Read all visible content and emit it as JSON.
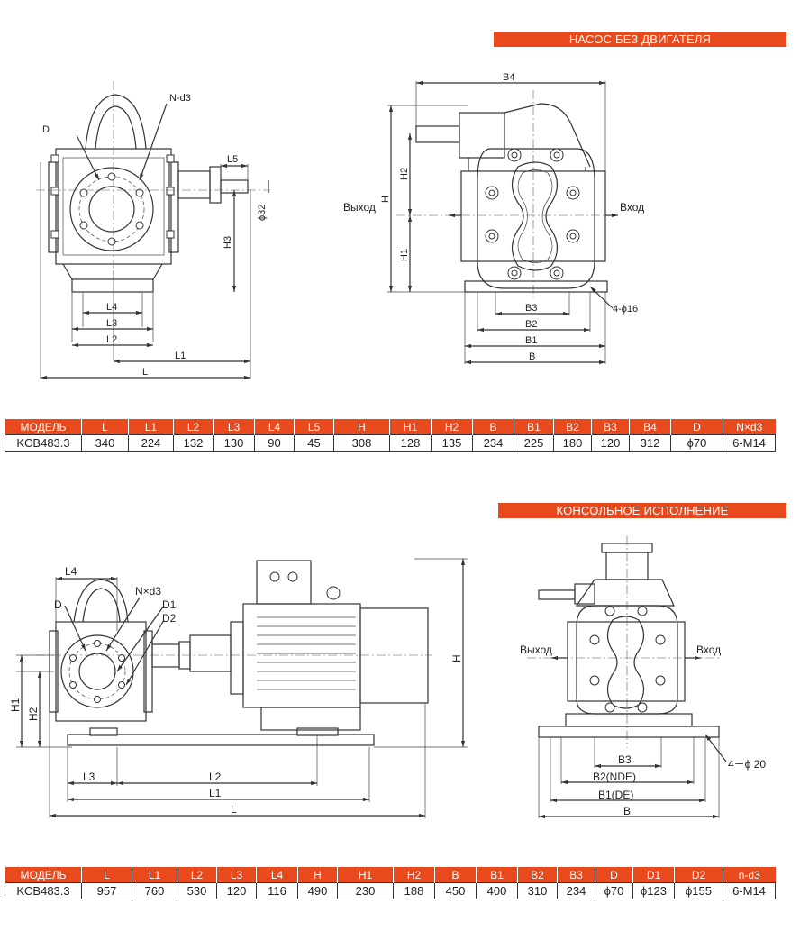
{
  "section1": {
    "banner": "НАСОС БЕЗ ДВИГАТЕЛЯ",
    "labels": {
      "N_d3": "N-d3",
      "D": "D",
      "L5": "L5",
      "phi32": "ϕ32",
      "H3": "H3",
      "L4": "L4",
      "L3": "L3",
      "L2": "L2",
      "L1": "L1",
      "L": "L",
      "B4": "B4",
      "H2": "H2",
      "H": "H",
      "H1": "H1",
      "outlet": "Выход",
      "inlet": "Вход",
      "holes": "4-ϕ16",
      "B3": "B3",
      "B2": "B2",
      "B1": "B1",
      "B": "B"
    },
    "table": {
      "headers": [
        "МОДЕЛЬ",
        "L",
        "L1",
        "L2",
        "L3",
        "L4",
        "L5",
        "H",
        "H1",
        "H2",
        "B",
        "B1",
        "B2",
        "B3",
        "B4",
        "D",
        "N×d3"
      ],
      "rows": [
        [
          "KCB483.3",
          "340",
          "224",
          "132",
          "130",
          "90",
          "45",
          "308",
          "128",
          "135",
          "234",
          "225",
          "180",
          "120",
          "312",
          "ϕ70",
          "6-M14"
        ]
      ]
    }
  },
  "section2": {
    "banner": "КОНСОЛЬНОЕ ИСПОЛНЕНИЕ",
    "labels": {
      "L4": "L4",
      "D": "D",
      "N_d3": "N×d3",
      "D1": "D1",
      "D2": "D2",
      "H1": "H1",
      "H2": "H2",
      "H": "H",
      "L3": "L3",
      "L2": "L2",
      "L1": "L1",
      "L": "L",
      "outlet": "Выход",
      "inlet": "Вход",
      "holes": "4－ϕ 20",
      "B3": "B3",
      "B2": "B2(NDE)",
      "B1": "B1(DE)",
      "B": "B"
    },
    "table": {
      "headers": [
        "МОДЕЛЬ",
        "L",
        "L1",
        "L2",
        "L3",
        "L4",
        "H",
        "H1",
        "H2",
        "B",
        "B1",
        "B2",
        "B3",
        "D",
        "D1",
        "D2",
        "n-d3"
      ],
      "rows": [
        [
          "KCB483.3",
          "957",
          "760",
          "530",
          "120",
          "116",
          "490",
          "230",
          "188",
          "450",
          "400",
          "310",
          "234",
          "ϕ70",
          "ϕ123",
          "ϕ155",
          "6-M14"
        ]
      ]
    }
  }
}
